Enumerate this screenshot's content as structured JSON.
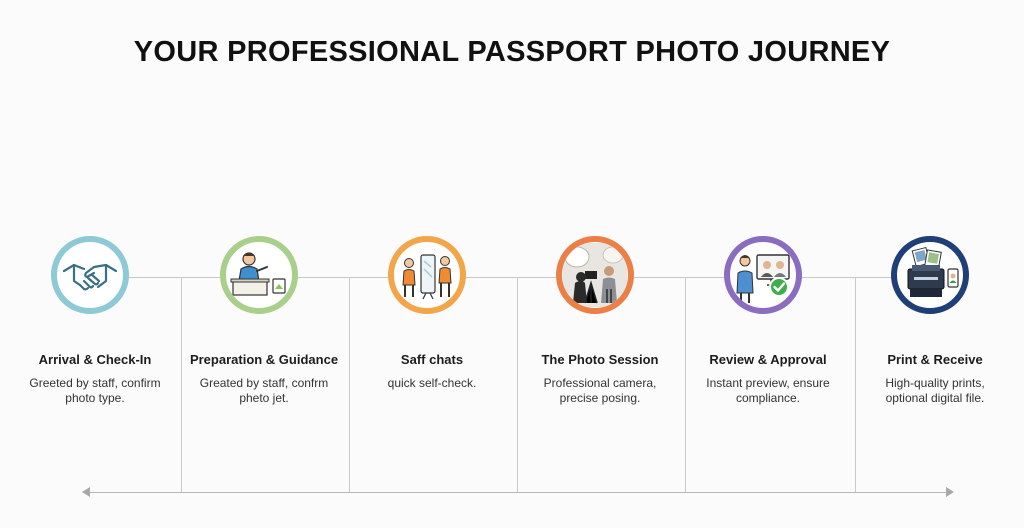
{
  "title": "YOUR PROFESSIONAL PASSPORT PHOTO JOURNEY",
  "steps": [
    {
      "title": "Arrival & Check-In",
      "desc": [
        "Greeted by staff, confirm",
        "photo type."
      ],
      "ring_color": "#8ec9d6",
      "icon": "handshake-icon"
    },
    {
      "title": "Preparation & Guidance",
      "desc": [
        "Greated by staff, confrm",
        "pheto jet."
      ],
      "ring_color": "#a8d08a",
      "icon": "staff-desk-icon"
    },
    {
      "title": "Saff chats",
      "desc": [
        "quick self-check."
      ],
      "ring_color": "#f3a649",
      "icon": "mirror-check-icon"
    },
    {
      "title": "The Photo Session",
      "desc": [
        "Professional camera,",
        "precise posing."
      ],
      "ring_color": "#ec7f45",
      "icon": "photo-session-icon"
    },
    {
      "title": "Review & Approval",
      "desc": [
        "Instant preview, ensure",
        "compliance."
      ],
      "ring_color": "#8a6cc0",
      "icon": "review-approval-icon"
    },
    {
      "title": "Print & Receive",
      "desc": [
        "High-quality prints,",
        "optional digital file."
      ],
      "ring_color": "#1f3f78",
      "icon": "printer-icon"
    }
  ]
}
